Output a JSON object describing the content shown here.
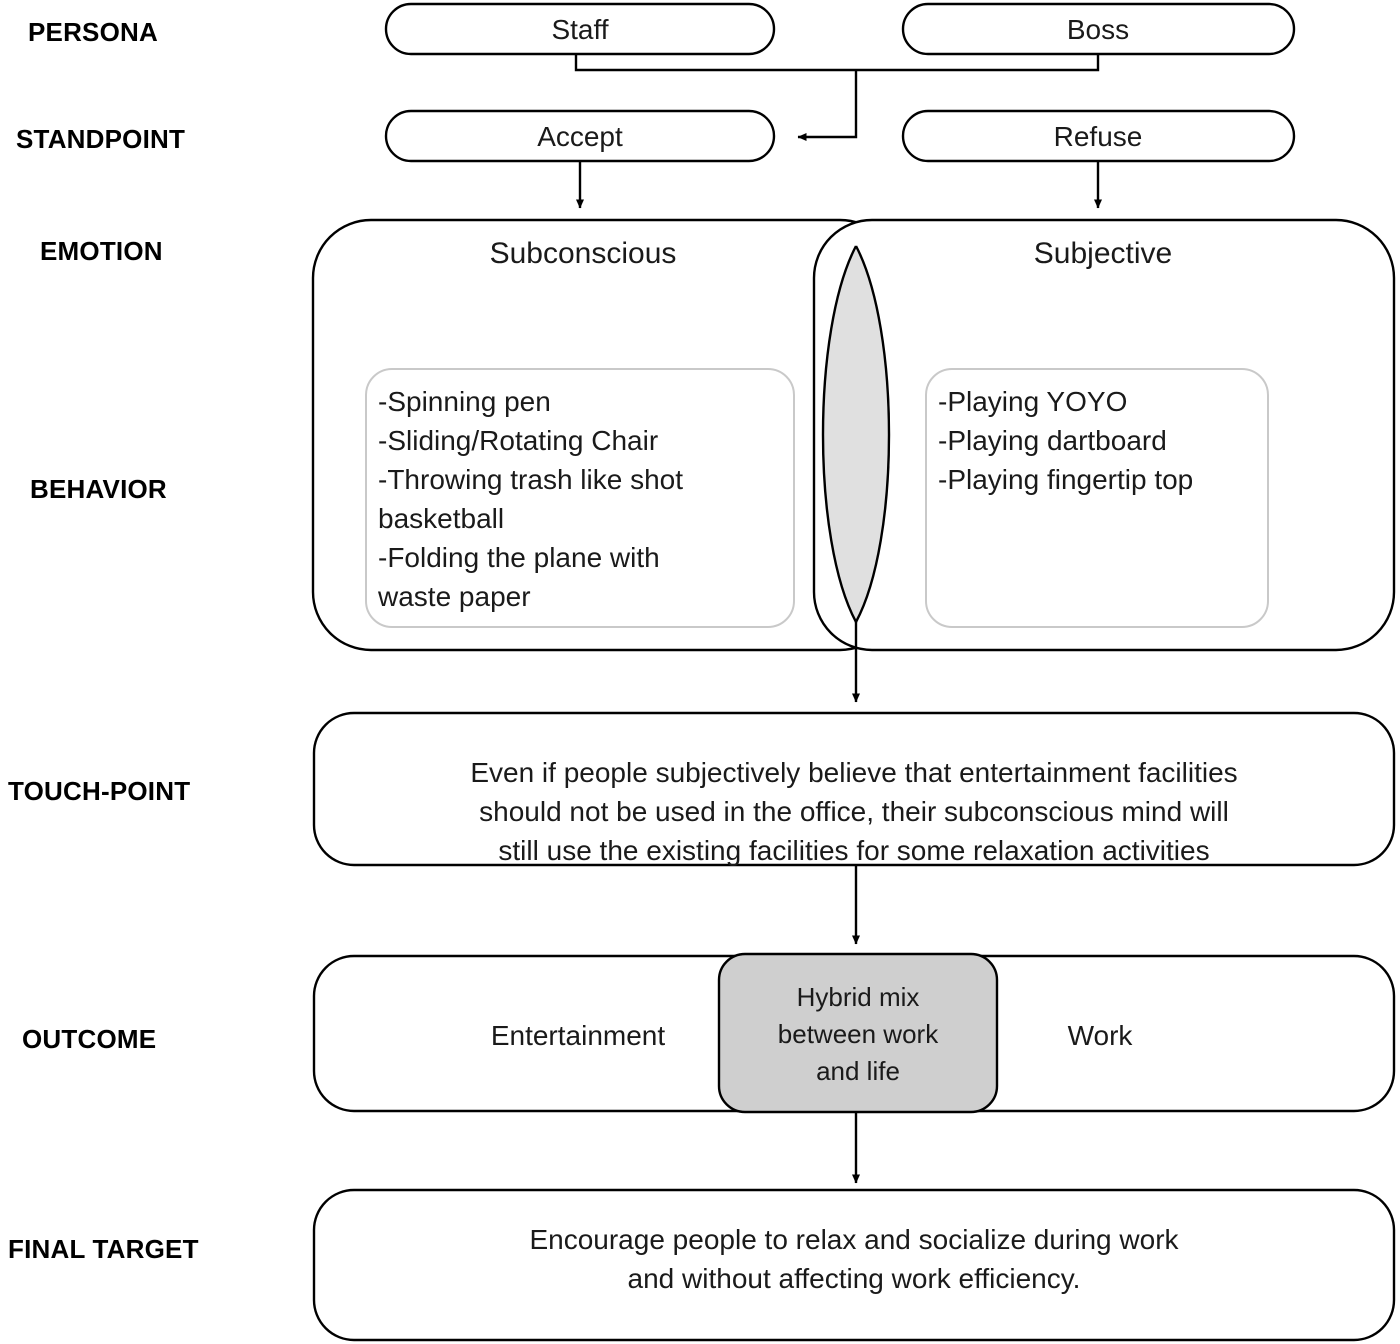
{
  "diagram": {
    "title": "Persona to Final Target journey map",
    "colors": {
      "stroke": "#000000",
      "inner_stroke": "#c9c9c9",
      "lens_fill": "#e0e0e0",
      "highlight_fill": "#cfcfcf",
      "background": "#ffffff"
    }
  },
  "row_labels": {
    "persona": "PERSONA",
    "standpoint": "STANDPOINT",
    "emotion": "EMOTION",
    "behavior": "BEHAVIOR",
    "touch_point": "TOUCH-POINT",
    "outcome": "OUTCOME",
    "final_target": "FINAL TARGET"
  },
  "persona": {
    "staff": "Staff",
    "boss": "Boss"
  },
  "standpoint": {
    "accept": "Accept",
    "refuse": "Refuse"
  },
  "emotion": {
    "subconscious": "Subconscious",
    "subjective": "Subjective"
  },
  "behavior": {
    "subconscious_items": [
      "-Spinning pen",
      "-Sliding/Rotating Chair",
      "-Throwing trash like shot",
      " basketball",
      "-Folding the plane with",
      " waste paper"
    ],
    "subjective_items": [
      "-Playing YOYO",
      "-Playing dartboard",
      "-Playing fingertip top"
    ]
  },
  "touch_point": {
    "lines": [
      "Even if people subjectively believe that entertainment facilities",
      "should not be used in the office, their subconscious mind will",
      "still use the existing facilities for some relaxation activities"
    ]
  },
  "outcome": {
    "entertainment": "Entertainment",
    "work": "Work",
    "hybrid_lines": [
      "Hybrid mix",
      "between work",
      "and life"
    ]
  },
  "final_target": {
    "lines": [
      "Encourage people to relax and socialize during work",
      "and without affecting work efficiency."
    ]
  }
}
